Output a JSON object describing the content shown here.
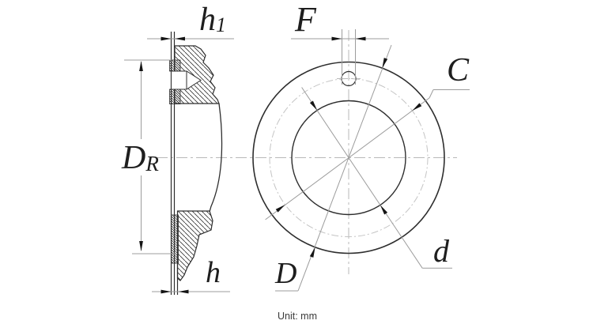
{
  "drawing": {
    "unit_note": "Unit: mm",
    "dimension_labels": {
      "h1": {
        "base": "h",
        "sub": "1"
      },
      "F": "F",
      "C": "C",
      "DR": {
        "base": "D",
        "sub": "R"
      },
      "D": "D",
      "d": "d",
      "h": "h"
    }
  }
}
